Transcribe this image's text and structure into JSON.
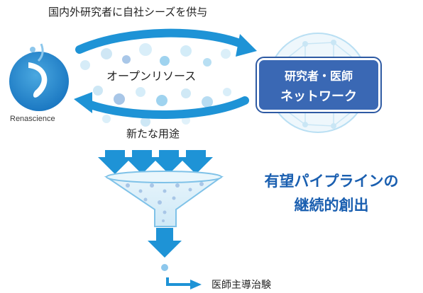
{
  "top_label": "国内外研究者に自社シーズを供与",
  "middle_label": "オープンリソース",
  "network_box": {
    "line1": "研究者・医師",
    "line2": "ネットワーク"
  },
  "company_name": "Renascience",
  "uses_label": "新たな用途",
  "result": {
    "line1": "有望パイプラインの",
    "line2": "継続的創出"
  },
  "trial_label": "医師主導治験",
  "colors": {
    "arrow_blue": "#1e93d6",
    "network_blue": "#3a68b4",
    "result_blue": "#1a5fb0",
    "light_blue": "#bfe3f5"
  }
}
